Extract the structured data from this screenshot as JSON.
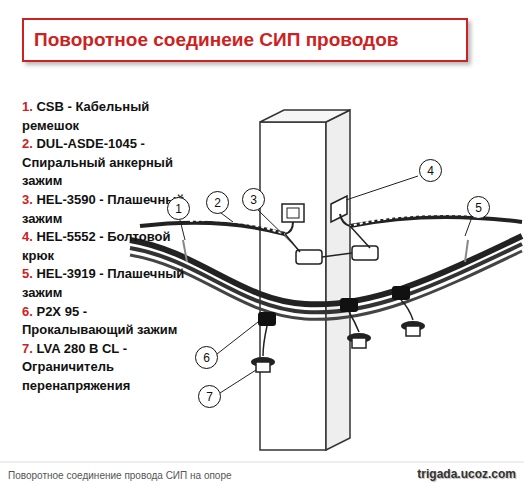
{
  "diagram": {
    "title": "Поворотное соединеие СИП проводов",
    "caption": "Поворотное соединение провода СИП на опоре",
    "nodes": [
      {
        "text": [
          "1"
        ]
      },
      {
        "text": [
          "2"
        ]
      },
      {
        "text": [
          "3"
        ]
      },
      {
        "text": [
          "4"
        ]
      },
      {
        "text": [
          "5"
        ]
      },
      {
        "text": [
          "6"
        ]
      },
      {
        "text": [
          "7"
        ]
      }
    ],
    "edges": [],
    "labels": [
      "1.",
      "CSB - Кабельный ремешок",
      "2.",
      "DUL-ASDE-1045 - Спиральный анкерный зажим",
      "3.",
      "HEL-3590 - Плашечный зажим",
      "4.",
      "HEL-5552 - Болтовой крюк",
      "5.",
      "HEL-3919 - Плашечный зажим",
      "6.",
      "P2X 95 - Прокалывающий зажим",
      "7.",
      "LVA 280 B CL - Ограничитель перенапряжения",
      "trigada.ucoz.com"
    ]
  }
}
